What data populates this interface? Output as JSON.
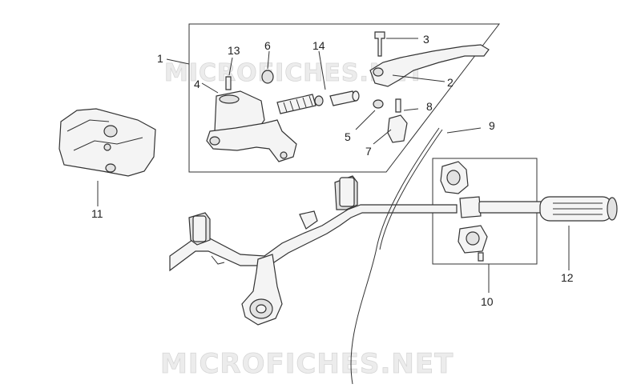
{
  "watermarks": {
    "top": "MICROFICHES.NET",
    "bottom": "MICROFICHES.NET"
  },
  "callouts": [
    {
      "id": "c1",
      "text": "1"
    },
    {
      "id": "c2",
      "text": "2"
    },
    {
      "id": "c3",
      "text": "3"
    },
    {
      "id": "c4",
      "text": "4"
    },
    {
      "id": "c5",
      "text": "5"
    },
    {
      "id": "c6",
      "text": "6"
    },
    {
      "id": "c7",
      "text": "7"
    },
    {
      "id": "c8",
      "text": "8"
    },
    {
      "id": "c9",
      "text": "9"
    },
    {
      "id": "c10",
      "text": "10"
    },
    {
      "id": "c11",
      "text": "11"
    },
    {
      "id": "c12",
      "text": "12"
    },
    {
      "id": "c13",
      "text": "13"
    },
    {
      "id": "c14",
      "text": "14"
    }
  ]
}
